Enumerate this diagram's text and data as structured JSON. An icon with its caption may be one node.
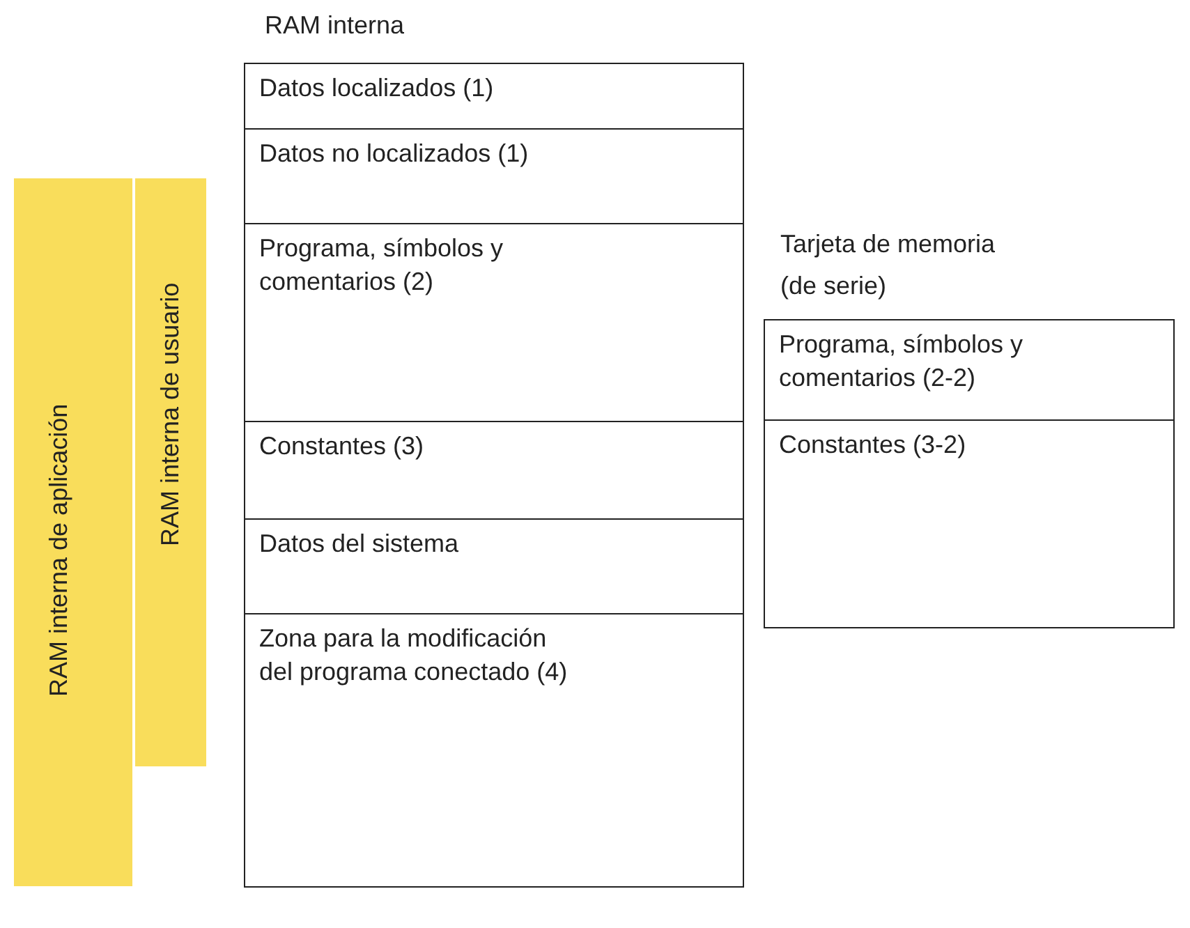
{
  "diagram": {
    "nodes": [
      {
        "text": [
          "RAM interna de aplicación"
        ]
      },
      {
        "text": [
          "RAM interna de usuario"
        ]
      },
      {
        "text": [
          "RAM interna"
        ]
      },
      {
        "text": [
          "Datos localizados (1)"
        ],
        "in": 2
      },
      {
        "text": [
          "Datos no localizados (1)"
        ],
        "in": 2
      },
      {
        "text": [
          "Programa, símbolos y comentarios (2)"
        ],
        "in": 2
      },
      {
        "text": [
          "Constantes (3)"
        ],
        "in": 2
      },
      {
        "text": [
          "Datos del sistema"
        ],
        "in": 2
      },
      {
        "text": [
          "Zona para la modificación del programa conectado (4)"
        ],
        "in": 2
      },
      {
        "text": [
          "Tarjeta de memoria (de serie)"
        ]
      },
      {
        "text": [
          "Programa, símbolos y comentarios (2-2)"
        ],
        "in": 9
      },
      {
        "text": [
          "Constantes (3-2)"
        ],
        "in": 9
      }
    ]
  }
}
